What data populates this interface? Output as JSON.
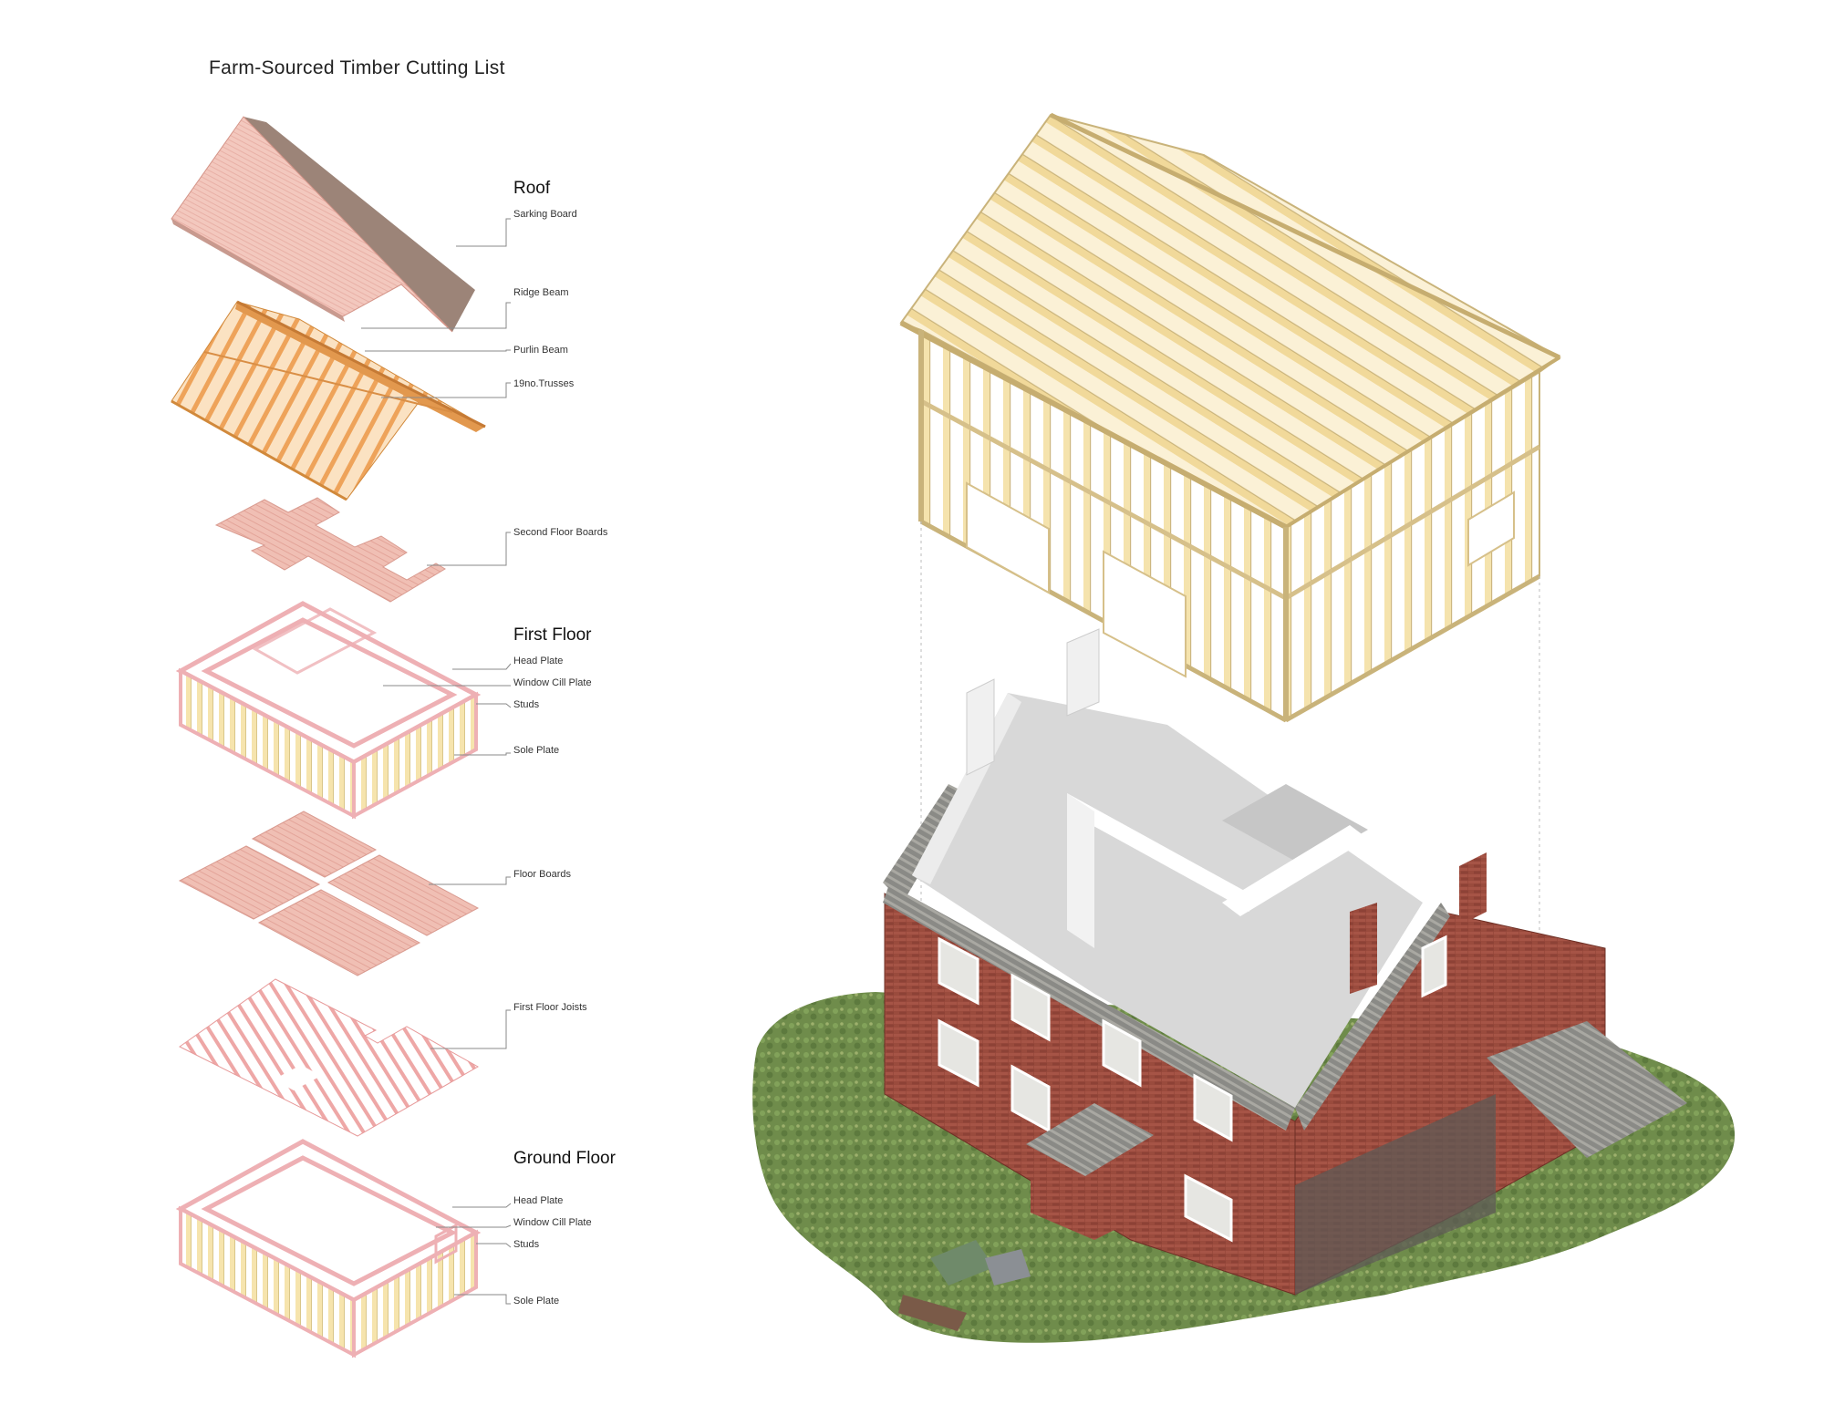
{
  "title": "Farm-Sourced Timber Cutting List",
  "sections": {
    "roof": "Roof",
    "first_floor": "First Floor",
    "ground_floor": "Ground Floor"
  },
  "labels": {
    "sarking_board": "Sarking Board",
    "ridge_beam": "Ridge Beam",
    "purlin_beam": "Purlin Beam",
    "trusses": "19no.Trusses",
    "second_floor_boards": "Second Floor Boards",
    "ff_head_plate": "Head Plate",
    "ff_window_cill_plate": "Window Cill Plate",
    "ff_studs": "Studs",
    "ff_sole_plate": "Sole Plate",
    "floor_boards": "Floor Boards",
    "first_floor_joists": "First Floor Joists",
    "gf_head_plate": "Head Plate",
    "gf_window_cill_plate": "Window Cill Plate",
    "gf_studs": "Studs",
    "gf_sole_plate": "Sole Plate"
  },
  "colors": {
    "board_pink": "#f0bfb4",
    "board_line": "#dd9a8f",
    "truss_orange": "#f2b56a",
    "frame_yellow": "#f4e1a9",
    "frame_edge": "#c9b37a",
    "plate_pink": "#eeb0b4",
    "brick": "#9c4a3c",
    "grass": "#6f8a4c",
    "grey_wall": "#cfcfcf"
  }
}
